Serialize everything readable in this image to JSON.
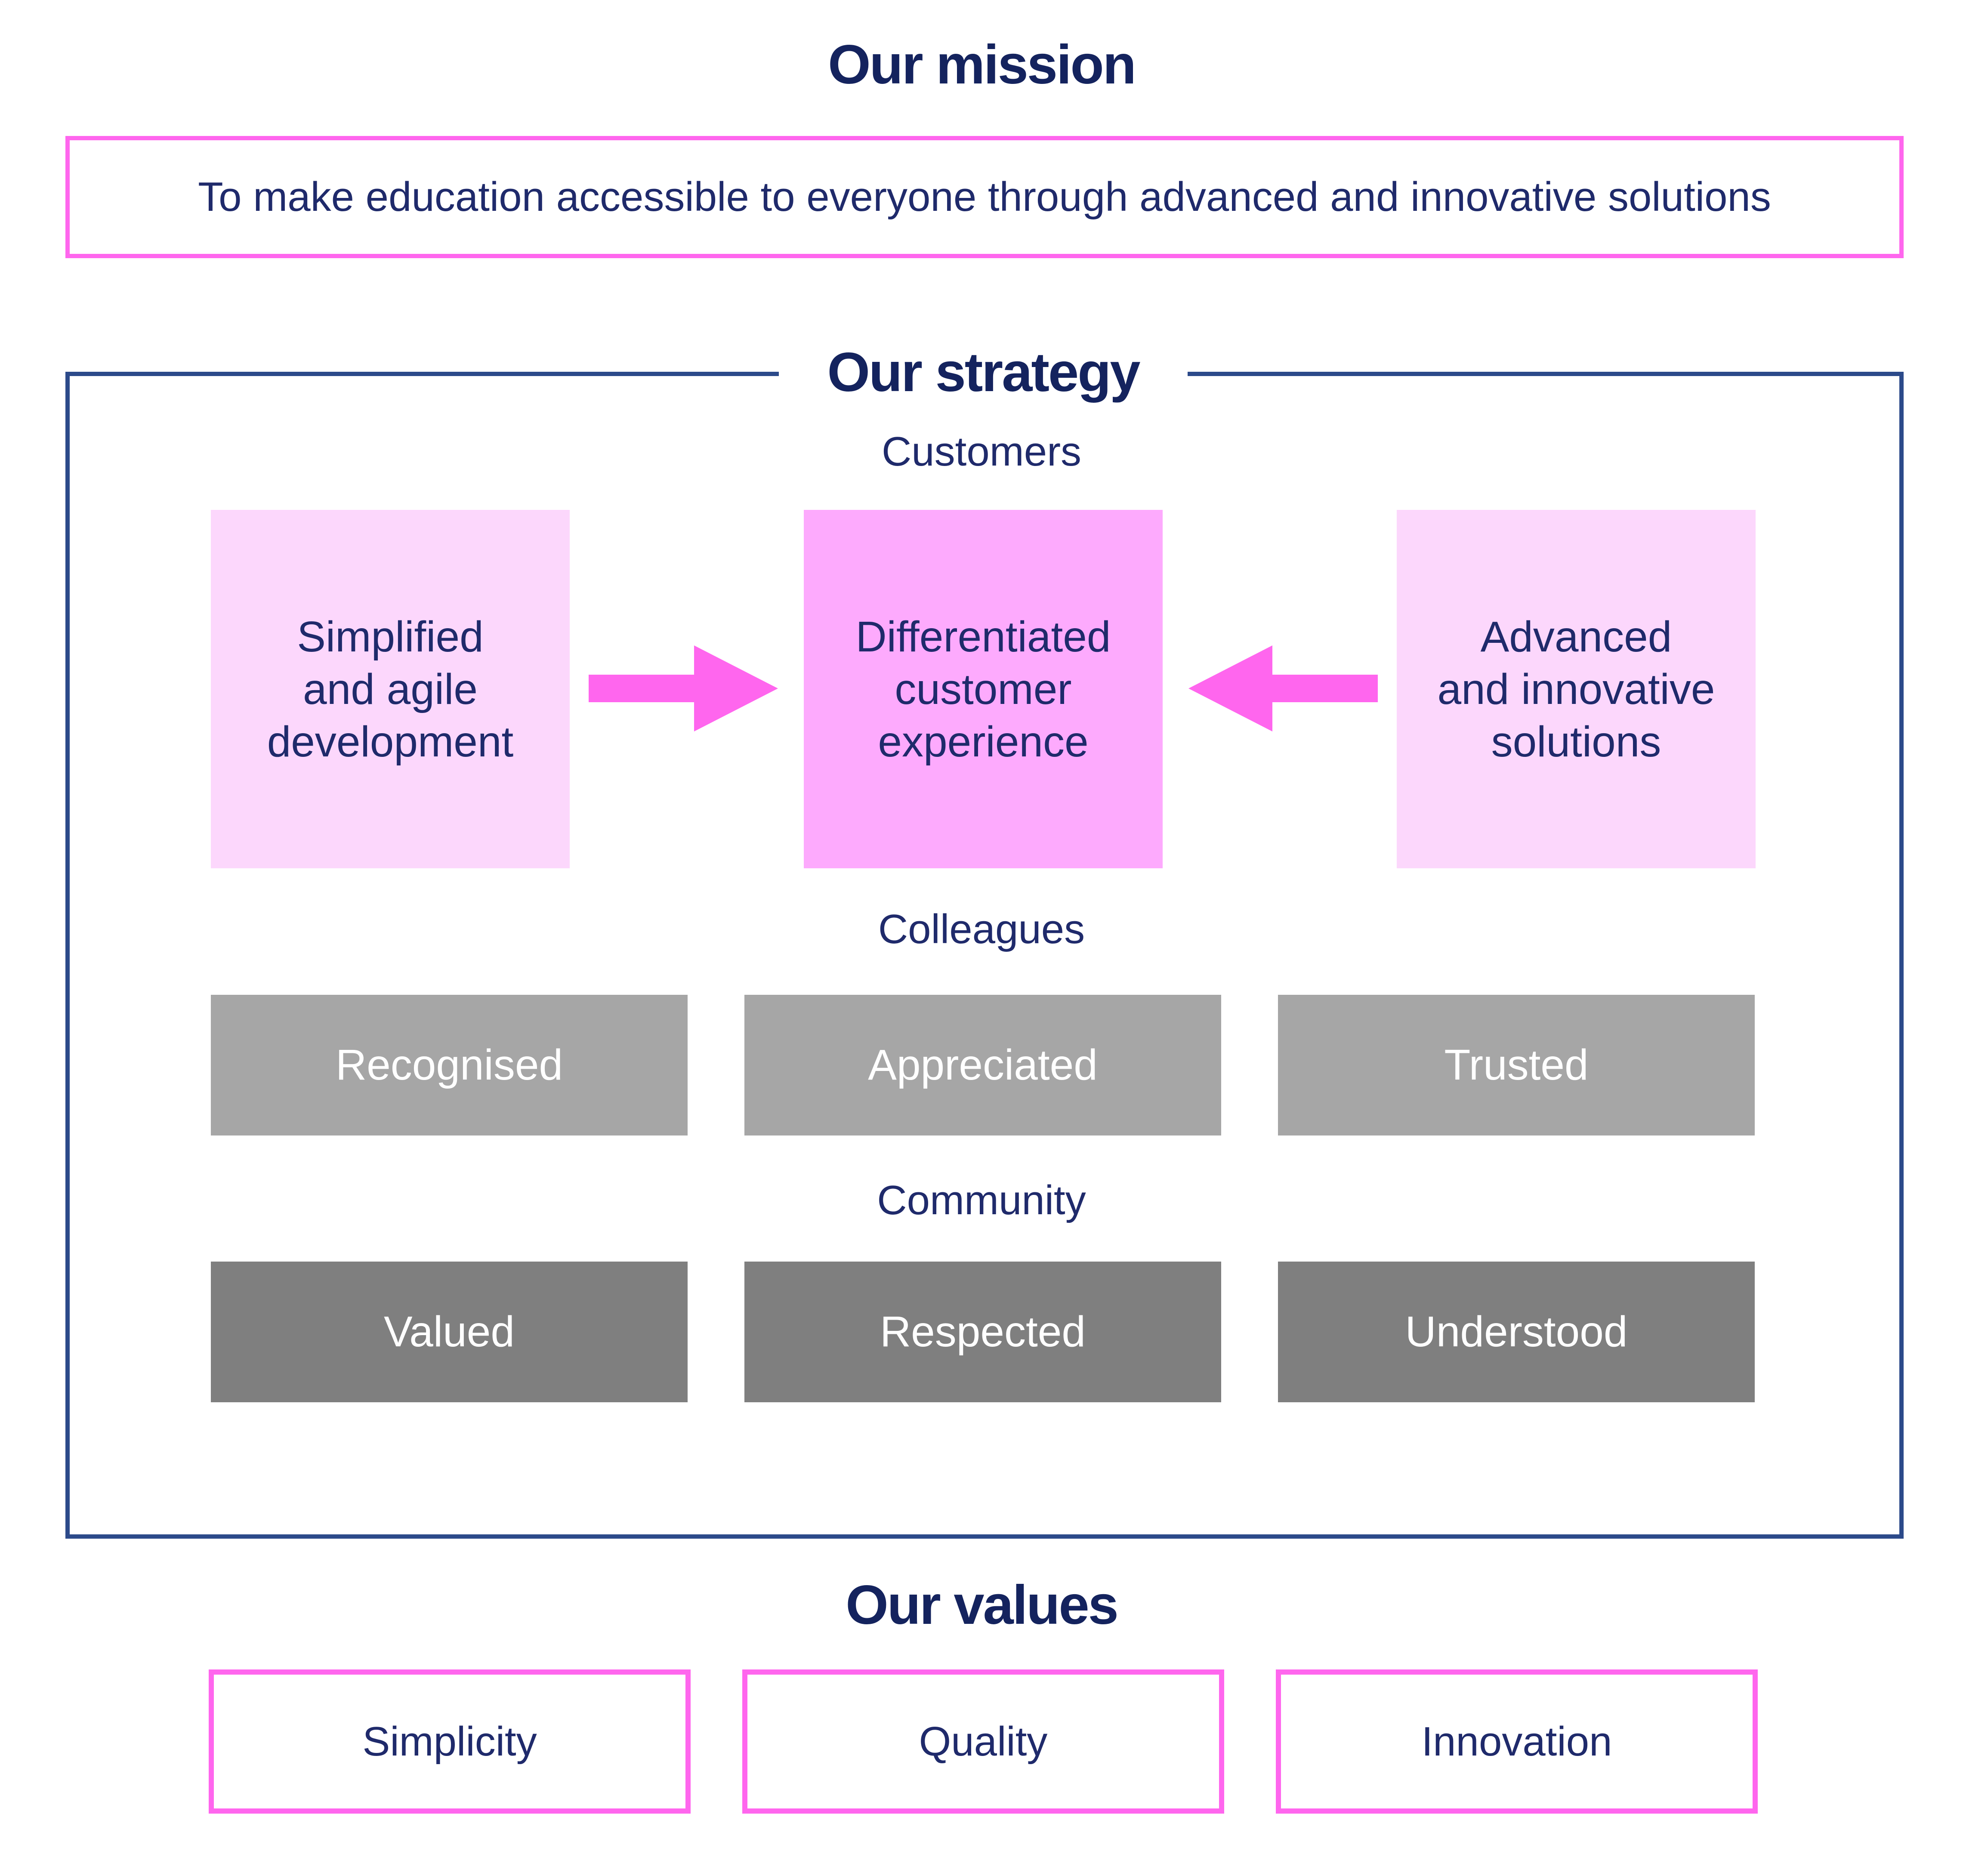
{
  "mission": {
    "title": "Our mission",
    "statement": "To make education accessible to everyone through advanced and innovative solutions"
  },
  "strategy": {
    "title": "Our strategy",
    "customers": {
      "label": "Customers",
      "left": [
        "Simplified",
        "and agile",
        "development"
      ],
      "center": [
        "Differentiated",
        "customer",
        "experience"
      ],
      "right": [
        "Advanced",
        "and innovative",
        "solutions"
      ]
    },
    "colleagues": {
      "label": "Colleagues",
      "items": [
        "Recognised",
        "Appreciated",
        "Trusted"
      ]
    },
    "community": {
      "label": "Community",
      "items": [
        "Valued",
        "Respected",
        "Understood"
      ]
    }
  },
  "values": {
    "title": "Our values",
    "items": [
      "Simplicity",
      "Quality",
      "Innovation"
    ]
  },
  "colors": {
    "navy_text": "#1f2a6b",
    "frame_blue": "#2c4a8a",
    "pink_border": "#ff66ee",
    "pink_light": "#fcd7fc",
    "pink_mid": "#fdaafd",
    "arrow_pink": "#ff66ee",
    "grey_light": "#a6a6a6",
    "grey_dark": "#7f7f7f"
  }
}
